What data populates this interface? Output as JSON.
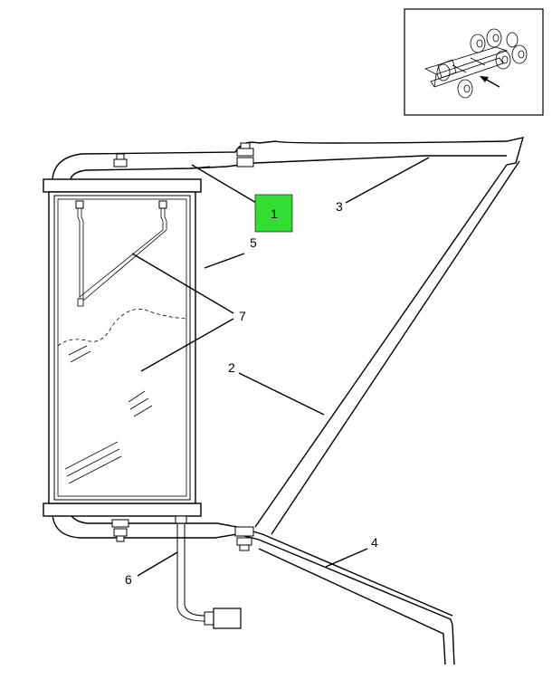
{
  "callouts": {
    "c1": "1",
    "c2": "2",
    "c3": "3",
    "c4": "4",
    "c5": "5",
    "c6": "6",
    "c7": "7"
  },
  "colors": {
    "highlight": "#33dd33",
    "line": "#000000",
    "background": "#ffffff"
  },
  "icons": {
    "locator": "vehicle-chassis-locator-icon",
    "arrow": "location-arrow-icon"
  }
}
